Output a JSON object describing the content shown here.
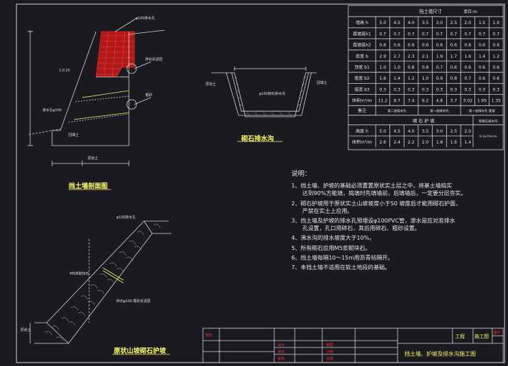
{
  "drawing": {
    "section_title": "挡土墙剖面图",
    "ditch_title": "砌石排水沟",
    "slope_title": "原状山坡砌石护坡"
  },
  "table": {
    "title": "挡土墙尺寸",
    "unit": "单位:m",
    "rows": [
      {
        "label": "墙高 h",
        "values": [
          "5.0",
          "4.5",
          "4.0",
          "3.5",
          "3.0",
          "2.5",
          "2.0",
          "1.5",
          "1.0"
        ]
      },
      {
        "label": "面坡高h1",
        "values": [
          "0.7",
          "0.7",
          "0.7",
          "0.7",
          "0.7",
          "0.7",
          "0.7",
          "0.7",
          "0.7"
        ]
      },
      {
        "label": "面坡高h2",
        "values": [
          "0.6",
          "0.6",
          "0.6",
          "0.6",
          "0.6",
          "0.6",
          "0.6",
          "0.6",
          "0.6"
        ]
      },
      {
        "label": "底宽 b",
        "values": [
          "2.9",
          "2.7",
          "2.3",
          "2.1",
          "1.9",
          "1.7",
          "1.6",
          "1.4",
          "1.2"
        ]
      },
      {
        "label": "顶宽 b1",
        "values": [
          "1.0",
          "1.0",
          "0.8",
          "0.8",
          "0.7",
          "0.6",
          "0.6",
          "0.6",
          "0.6"
        ]
      },
      {
        "label": "墙宽 b2",
        "values": [
          "1.6",
          "1.4",
          "1.2",
          "1.0",
          "0.9",
          "0.8",
          "0.7",
          "0.6",
          "0.6"
        ]
      },
      {
        "label": "墙宽 b3",
        "values": [
          "0.3",
          "0.3",
          "0.3",
          "0.3",
          "0.3",
          "0.3",
          "0.3",
          "0.3",
          "0.3"
        ]
      },
      {
        "label": "体积m³/m",
        "values": [
          "11.2",
          "9.7",
          "7.4",
          "6.2",
          "4.8",
          "3.7",
          "3.02",
          "1.95",
          "1.35"
        ]
      }
    ],
    "note_row": {
      "label": "备注",
      "cells": [
        "第二层排水孔",
        "第一层排水孔",
        "第一层排水孔 底层"
      ]
    },
    "sub_title": "砌 石 护 坡",
    "sub_note": "有砌石排水沟",
    "sub_rows": [
      {
        "label": "高度 h",
        "values": [
          "5.0",
          "4.5",
          "4.0",
          "3.5",
          "3.0",
          "2.5",
          "2.0"
        ]
      },
      {
        "label": "体积m³/m",
        "values": [
          "2.6",
          "2.4",
          "2.2",
          "2.0",
          "1.8",
          "1.6",
          "1.4"
        ]
      }
    ],
    "sub_side": "0.1m³/m·m"
  },
  "notes": {
    "heading": "说明：",
    "items": [
      {
        "line1": "1、挡土墙、护坡的基础必须置置原状实土层之中，将基土墙捣实",
        "line2": "达到90%方能填，捣填时先填墙前，后填墙后，一定要分层夯实。"
      },
      {
        "line1": "2、砌石护坡用于原状实土山坡坡度小于50 坡度后才能用砌石护面，",
        "line2": "严禁在实土上应用。"
      },
      {
        "line1": "3、挡土墙及护坡的排水孔预埋设φ100PVC管，渗水是应对准排水",
        "line2": "孔设置，孔口用碎石，其后用碎石、粗砂设置。"
      },
      {
        "line1": "4、沸水沟的排水坡度大于10%。",
        "line2": ""
      },
      {
        "line1": "5、所有砌石应用M5浆砌块石。",
        "line2": ""
      },
      {
        "line1": "6、挡土墙每隔10～15m用沥青毡隔开。",
        "line2": ""
      },
      {
        "line1": "7、本挡土墙不适用在软土地段的基础。",
        "line2": ""
      }
    ]
  },
  "title_block": {
    "project": "工程",
    "stage": "施工图",
    "drawing_name": "挡土墙、护坡及排水沟施工图"
  },
  "labels": {
    "pipe_top": "φ100排水孔",
    "pipe_right_1": "碎石反滤层",
    "pipe_right_2": "粗砂",
    "slope_ratio": "1:0.25",
    "water_pipe": "排水孔φ100",
    "base": "原状土",
    "fill": "回填土",
    "ditch_left": "原状土",
    "ditch_right": "回填土",
    "ditch_inner": "φ100砌石排水沟",
    "slope_pipe": "φ100排水孔",
    "slope_joint": "M5浆砌块石",
    "slope_toe": "原状土",
    "slope_gravel": "碎石φ100 粗砂反滤层"
  }
}
